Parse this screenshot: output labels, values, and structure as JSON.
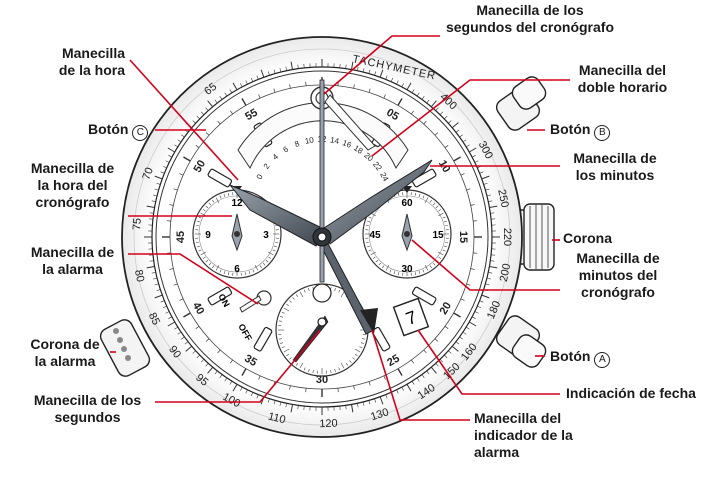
{
  "labels": {
    "chrono_seconds_hand": [
      "Manecilla de los",
      "segundos del cronógrafo"
    ],
    "hour_hand": [
      "Manecilla",
      "de la hora"
    ],
    "dual_time_hand": [
      "Manecilla del",
      "doble horario"
    ],
    "button_c": "Botón",
    "button_b": "Botón",
    "button_a": "Botón",
    "minute_hand": [
      "Manecilla de",
      "los minutos"
    ],
    "chrono_hour_hand": [
      "Manecilla de",
      "la hora del",
      "cronógrafo"
    ],
    "crown": "Corona",
    "chrono_minute_hand": [
      "Manecilla de",
      "minutos del",
      "cronógrafo"
    ],
    "alarm_hand": [
      "Manecilla de",
      "la alarma"
    ],
    "alarm_crown": [
      "Corona de",
      "la alarma"
    ],
    "date_display": "Indicación de fecha",
    "seconds_hand": [
      "Manecilla de los",
      "segundos"
    ],
    "alarm_indicator_hand": [
      "Manecilla del",
      "indicador de la",
      "alarma"
    ]
  },
  "button_letters": {
    "a": "A",
    "b": "B",
    "c": "C"
  },
  "dial": {
    "tachymeter_text": "TACHYMETER",
    "tachy_numbers": [
      "400",
      "300",
      "250",
      "220",
      "200",
      "180",
      "160",
      "150",
      "140",
      "130",
      "120",
      "110",
      "100",
      "95",
      "90",
      "85",
      "80",
      "75",
      "70",
      "65"
    ],
    "seconds_numbers": [
      "60",
      "05",
      "10",
      "15",
      "20",
      "25",
      "30",
      "35",
      "40",
      "45",
      "50",
      "55"
    ],
    "dual_time_scale": [
      "0",
      "2",
      "4",
      "6",
      "8",
      "10",
      "12",
      "14",
      "16",
      "18",
      "20",
      "22",
      "24"
    ],
    "sub_left": [
      "12",
      "3",
      "6",
      "9"
    ],
    "sub_right": [
      "60",
      "15",
      "30",
      "45"
    ],
    "alarm_on": "ON",
    "alarm_off": "OFF",
    "date_value": "7"
  }
}
